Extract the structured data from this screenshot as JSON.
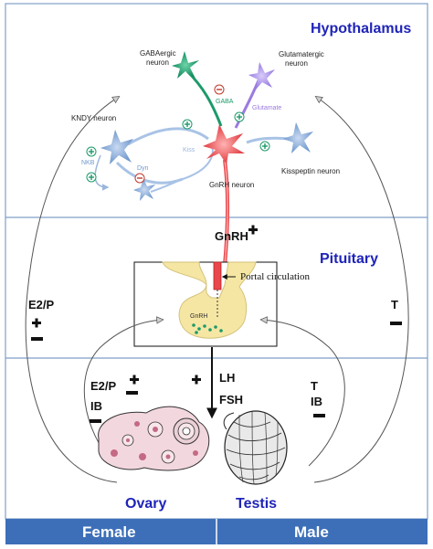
{
  "regions": {
    "hypothalamus": "Hypothalamus",
    "pituitary": "Pituitary",
    "ovary": "Ovary",
    "testis": "Testis"
  },
  "neurons": {
    "gaba": "GABAergic\nneuron",
    "glutamatergic": "Glutamatergic\nneuron",
    "kndy": "KNDY neuron",
    "kisspeptin": "Kisspeptin neuron",
    "gnrh": "GnRH neuron"
  },
  "signals": {
    "gaba": "GABA",
    "glutamate": "Glutamate",
    "kiss": "Kiss",
    "nkb": "NKB",
    "dyn": "Dyn",
    "gnrh": "GnRH",
    "portal": "Portal circulation",
    "gnrh_small": "GnRH",
    "lh": "LH",
    "fsh": "FSH"
  },
  "feedback": {
    "female_e2p": "E2/P",
    "female_e2p_inner": "E2/P",
    "female_ib": "IB",
    "male_t": "T",
    "male_t_inner": "T",
    "male_ib": "IB"
  },
  "footer": {
    "female": "Female",
    "male": "Male"
  },
  "colors": {
    "title_blue": "#1f24b8",
    "footer_blue": "#3d6fb8",
    "gnrh_red": "#e8474c",
    "gaba_green": "#1c9a6a",
    "glut_purple": "#9b7be0",
    "kiss_blue": "#7ea4d6"
  }
}
